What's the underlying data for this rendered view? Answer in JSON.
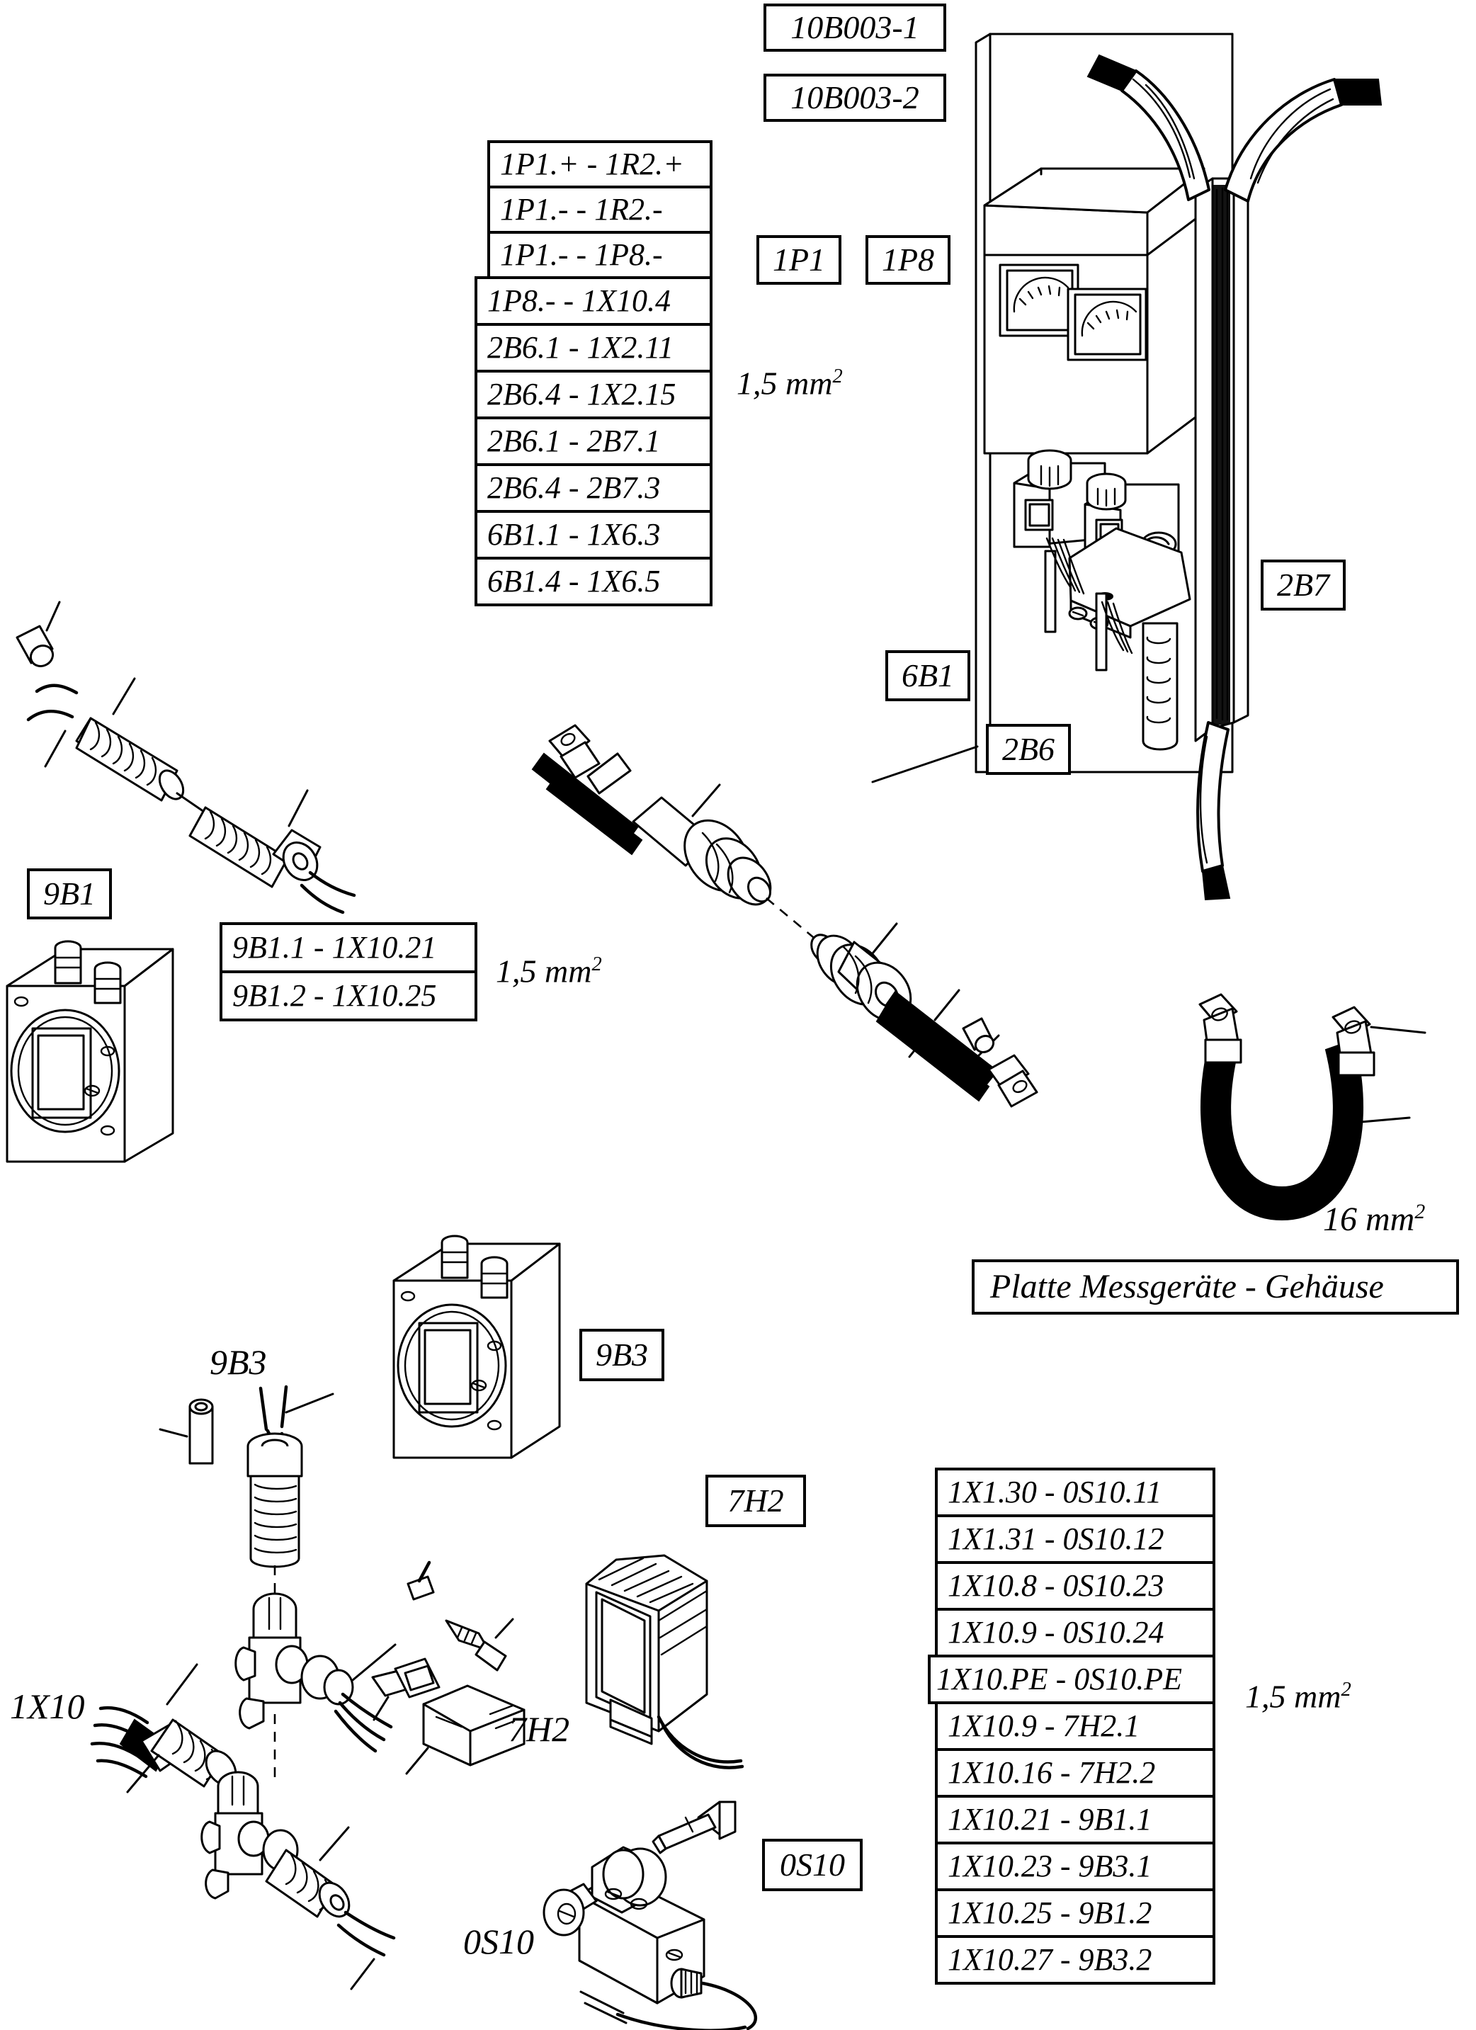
{
  "drawing": {
    "title_block": "Platte Messgeräte  -  Gehäuse",
    "doc_labels": [
      {
        "text": "10B003-1"
      },
      {
        "text": "10B003-2"
      }
    ]
  },
  "wire_list_upper": {
    "rows": [
      "1P1.+ - 1R2.+",
      "1P1.- - 1R2.-",
      "1P1.- - 1P8.-",
      "1P8.- - 1X10.4",
      "2B6.1 - 1X2.11",
      "2B6.4 - 1X2.15",
      "2B6.1 - 2B7.1",
      "2B6.4 - 2B7.3",
      "6B1.1 - 1X6.3",
      "6B1.4 - 1X6.5"
    ]
  },
  "wire_list_9b1": {
    "rows": [
      "9B1.1 - 1X10.21",
      "9B1.2 - 1X10.25"
    ]
  },
  "wire_list_lower": {
    "rows": [
      "1X1.30 - 0S10.11",
      "1X1.31 - 0S10.12",
      "1X10.8 - 0S10.23",
      "1X10.9 - 0S10.24",
      "1X10.PE - 0S10.PE",
      "1X10.9 - 7H2.1",
      "1X10.16 - 7H2.2",
      "1X10.21 - 9B1.1",
      "1X10.23 - 9B3.1",
      "1X10.25 - 9B1.2",
      "1X10.27 - 9B3.2"
    ]
  },
  "component_tags": {
    "p1_boxed": "1P1",
    "p8_boxed": "1P8",
    "b7_boxed": "2B7",
    "b6_boxed": "2B6",
    "b1_boxed": "6B1",
    "b9b1_boxed": "9B1",
    "b9b3_boxed": "9B3",
    "b7h2_boxed": "7H2",
    "b0s10_boxed": "0S10",
    "p9b3_plain": "9B3",
    "p1x10_plain": "1X10",
    "p7h2_plain": "7H2",
    "p0s10_plain": "0S10"
  },
  "cross_sections": {
    "upper_panel": "1,5 mm",
    "upper_panel_exp": "2",
    "sensor_9b1": "1,5 mm",
    "sensor_9b1_exp": "2",
    "ground_strap": "16 mm",
    "ground_strap_exp": "2",
    "lower_harness": "1,5 mm",
    "lower_harness_exp": "2"
  },
  "colors": {
    "line": "#000000",
    "paper": "#ffffff"
  }
}
